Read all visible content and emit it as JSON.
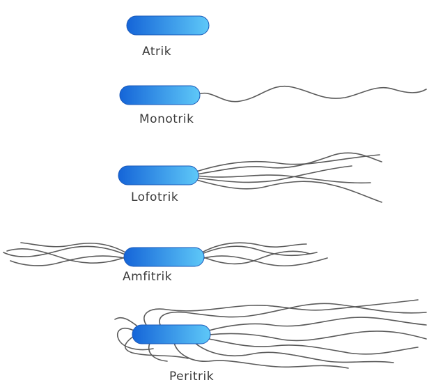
{
  "diagram": {
    "types": [
      {
        "key": "atrik",
        "label": "Atrik",
        "flagella": "none"
      },
      {
        "key": "monotrik",
        "label": "Monotrik",
        "flagella": "single flagellum at one pole"
      },
      {
        "key": "lofotrik",
        "label": "Lofotrik",
        "flagella": "tuft of flagella at one pole"
      },
      {
        "key": "amfitrik",
        "label": "Amfitrik",
        "flagella": "flagella at both poles"
      },
      {
        "key": "peritrik",
        "label": "Peritrik",
        "flagella": "flagella all around the cell"
      }
    ],
    "colors": {
      "cell_dark": "#1565d8",
      "cell_light": "#5ec8f8",
      "flagellum": "#5a5a5a",
      "label": "#3a3a3a"
    }
  }
}
